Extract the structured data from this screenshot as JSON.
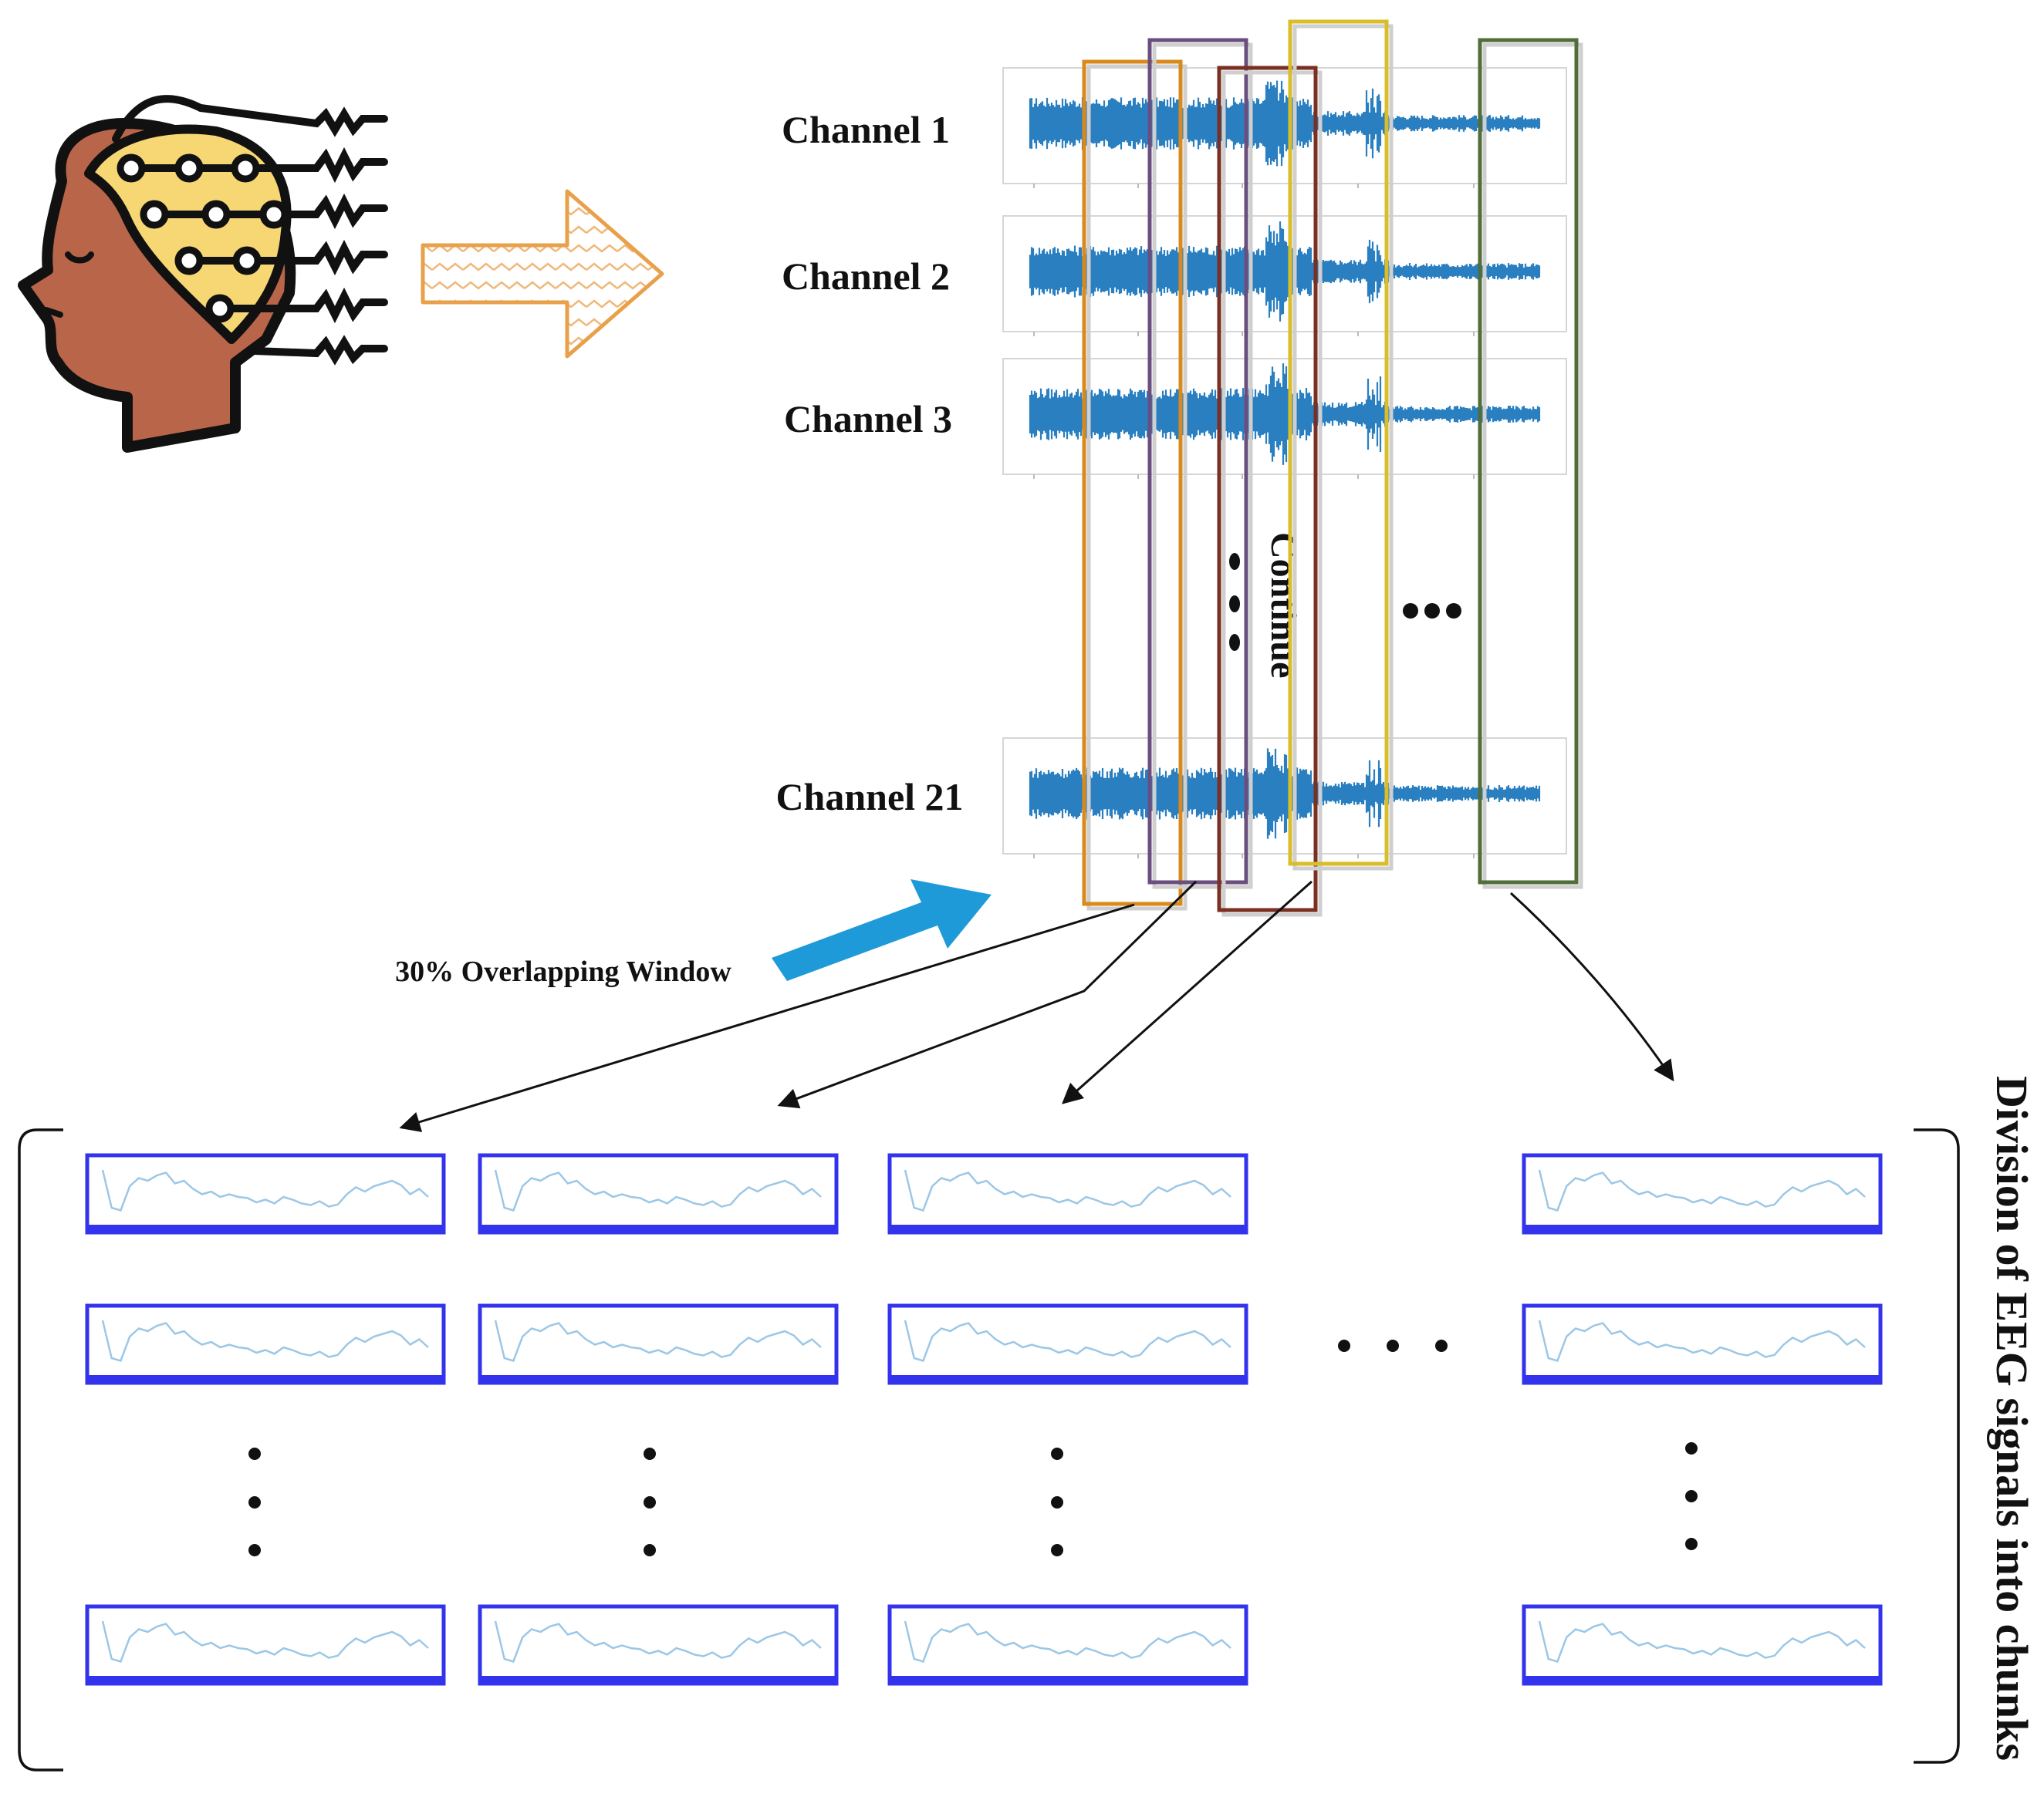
{
  "channels": [
    {
      "label": "Channel 1"
    },
    {
      "label": "Channel 2"
    },
    {
      "label": "Channel 3"
    },
    {
      "label": "Channel 21"
    }
  ],
  "continue_label": "Continue",
  "overlap_label": "30% Overlapping Window",
  "chunks_label": "Division of EEG signals into chunks",
  "window_colors": [
    "#d98a1c",
    "#6a4f7e",
    "#7a2f22",
    "#d9bd2a",
    "#4f6e3a"
  ],
  "colors": {
    "eeg": "#2a7fc1",
    "chunk_border": "#3333ee",
    "chunk_trace": "#9cc7e6",
    "arrow_blue": "#1f9ad8",
    "head_skin": "#b8654a",
    "cap": "#f7d774"
  }
}
